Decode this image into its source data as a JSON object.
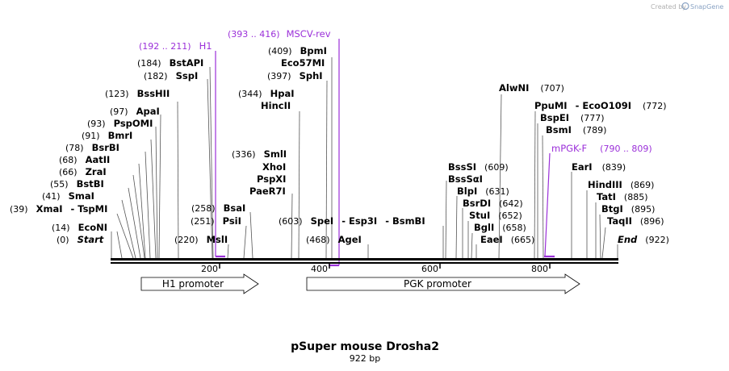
{
  "credit": {
    "prefix": "Created by",
    "brand": "SnapGene"
  },
  "title": "pSuper mouse Drosha2",
  "length_label": "922 bp",
  "scale_ticks": [
    {
      "label": "200"
    },
    {
      "label": "400"
    },
    {
      "label": "600"
    },
    {
      "label": "800"
    }
  ],
  "features": [
    {
      "name": "H1 promoter"
    },
    {
      "name": "PGK promoter"
    }
  ],
  "primers": [
    {
      "name": "H1",
      "range": "(192 .. 211)"
    },
    {
      "name": "MSCV-rev",
      "range": "(393 .. 416)"
    },
    {
      "name": "mPGK-F",
      "range": "(790 .. 809)"
    }
  ],
  "sites": [
    {
      "pos": "(0)",
      "names": [
        "Start"
      ]
    },
    {
      "pos": "(14)",
      "names": [
        "EcoNI"
      ]
    },
    {
      "pos": "(39)",
      "names": [
        "XmaI",
        "TspMI"
      ]
    },
    {
      "pos": "(41)",
      "names": [
        "SmaI"
      ]
    },
    {
      "pos": "(55)",
      "names": [
        "BstBI"
      ]
    },
    {
      "pos": "(66)",
      "names": [
        "ZraI"
      ]
    },
    {
      "pos": "(68)",
      "names": [
        "AatII"
      ]
    },
    {
      "pos": "(78)",
      "names": [
        "BsrBI"
      ]
    },
    {
      "pos": "(91)",
      "names": [
        "BmrI"
      ]
    },
    {
      "pos": "(93)",
      "names": [
        "PspOMI"
      ]
    },
    {
      "pos": "(97)",
      "names": [
        "ApaI"
      ]
    },
    {
      "pos": "(123)",
      "names": [
        "BssHII"
      ]
    },
    {
      "pos": "(182)",
      "names": [
        "SspI"
      ]
    },
    {
      "pos": "(184)",
      "names": [
        "BstAPI"
      ]
    },
    {
      "pos": "(220)",
      "names": [
        "MslI"
      ]
    },
    {
      "pos": "(251)",
      "names": [
        "PsiI"
      ]
    },
    {
      "pos": "(258)",
      "names": [
        "BsaI"
      ]
    },
    {
      "pos": "(336)",
      "names": [
        "SmlI",
        "XhoI",
        "PspXI",
        "PaeR7I"
      ]
    },
    {
      "pos": "(344)",
      "names": [
        "HpaI",
        "HincII"
      ]
    },
    {
      "pos": "(397)",
      "names": [
        "SphI"
      ]
    },
    {
      "pos": "(409)",
      "names": [
        "BpmI",
        "Eco57MI"
      ]
    },
    {
      "pos": "(468)",
      "names": [
        "AgeI"
      ]
    },
    {
      "pos": "(603)",
      "names": [
        "SpeI",
        "Esp3I",
        "BsmBI"
      ]
    },
    {
      "pos": "(609)",
      "names": [
        "BssSI",
        "BssSαI"
      ]
    },
    {
      "pos": "(631)",
      "names": [
        "BlpI"
      ]
    },
    {
      "pos": "(642)",
      "names": [
        "BsrDI"
      ]
    },
    {
      "pos": "(652)",
      "names": [
        "StuI"
      ]
    },
    {
      "pos": "(658)",
      "names": [
        "BglI"
      ]
    },
    {
      "pos": "(665)",
      "names": [
        "EaeI"
      ]
    },
    {
      "pos": "(707)",
      "names": [
        "AlwNI"
      ]
    },
    {
      "pos": "(772)",
      "names": [
        "PpuMI",
        "EcoO109I"
      ]
    },
    {
      "pos": "(777)",
      "names": [
        "BspEI"
      ]
    },
    {
      "pos": "(789)",
      "names": [
        "BsmI"
      ]
    },
    {
      "pos": "(839)",
      "names": [
        "EarI"
      ]
    },
    {
      "pos": "(869)",
      "names": [
        "HindIII"
      ]
    },
    {
      "pos": "(885)",
      "names": [
        "TatI"
      ]
    },
    {
      "pos": "(895)",
      "names": [
        "BtgI"
      ]
    },
    {
      "pos": "(896)",
      "names": [
        "TaqII"
      ]
    },
    {
      "pos": "(922)",
      "names": [
        "End"
      ]
    }
  ],
  "colors": {
    "primer": "#9b30d9",
    "backbone": "#000000",
    "feature_fill": "#ffffff"
  }
}
